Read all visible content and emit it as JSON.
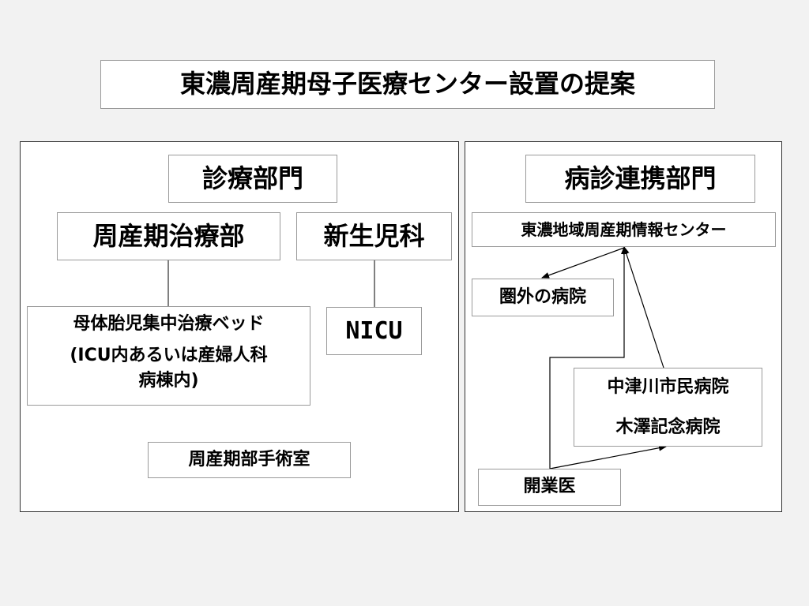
{
  "title": "東濃周産期母子医療センター設置の提案",
  "left_panel": {
    "heading": "診療部門",
    "perinatal_dept": "周産期治療部",
    "neonatal_dept": "新生児科",
    "maternal_beds_line1": "母体胎児集中治療ベッド",
    "maternal_beds_line2": "(ICU内あるいは産婦人科",
    "maternal_beds_line3": "病棟内)",
    "nicu": "NICU",
    "operating_room": "周産期部手術室"
  },
  "right_panel": {
    "heading": "病診連携部門",
    "info_center": "東濃地域周産期情報センター",
    "outside_hospital": "圏外の病院",
    "hospital1": "中津川市民病院",
    "hospital2": "木澤記念病院",
    "clinic": "開業医"
  }
}
